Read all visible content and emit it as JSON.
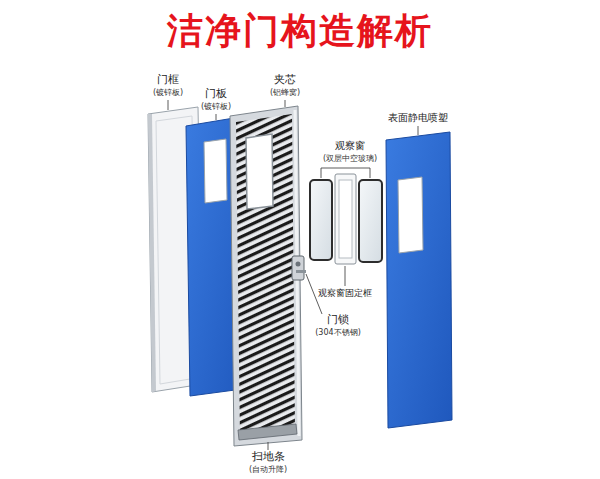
{
  "diagram": {
    "title": "洁净门构造解析",
    "labels": [
      "门框",
      "(镀锌板)",
      "门板",
      "(镀锌板)",
      "夹芯",
      "(铝蜂窝)",
      "表面静电喷塑",
      "观察窗",
      "(双层中空玻璃)",
      "观察窗固定框",
      "门锁",
      "(304不锈钢)",
      "扫地条",
      "(自动升降)"
    ]
  }
}
